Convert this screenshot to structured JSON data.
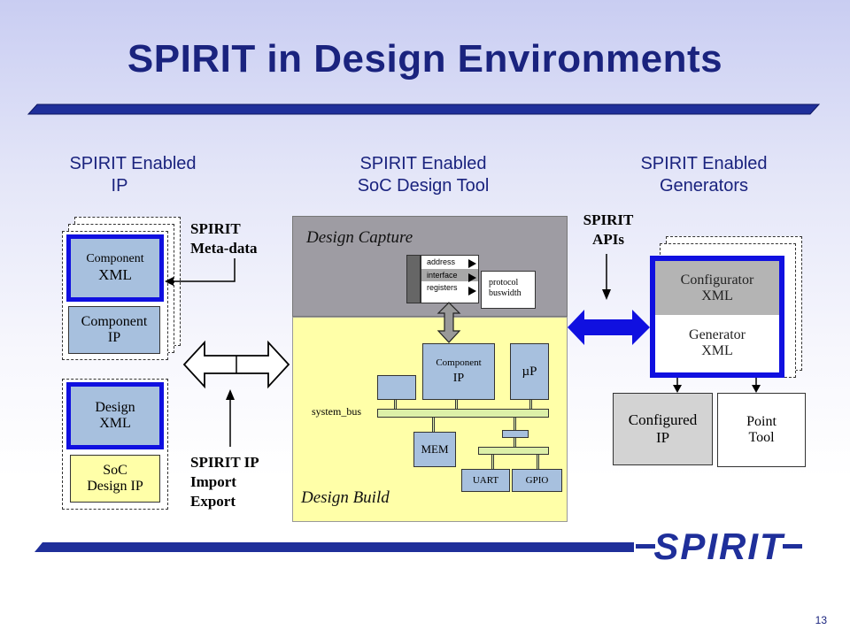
{
  "title": "SPIRIT in Design Environments",
  "columns": {
    "ip": {
      "line1": "SPIRIT Enabled",
      "line2": "IP"
    },
    "tool": {
      "line1": "SPIRIT Enabled",
      "line2": "SoC Design Tool"
    },
    "gen": {
      "line1": "SPIRIT Enabled",
      "line2": "Generators"
    }
  },
  "left": {
    "component_xml": {
      "line1": "Component",
      "line2": "XML"
    },
    "component_ip": {
      "line1": "Component",
      "line2": "IP"
    },
    "design_xml": {
      "line1": "Design",
      "line2": "XML"
    },
    "soc_design_ip": {
      "line1": "SoC",
      "line2": "Design IP"
    },
    "meta_data": {
      "line1": "SPIRIT",
      "line2": "Meta-data"
    },
    "import_export": {
      "line1": "SPIRIT IP",
      "line2": "Import",
      "line3": "Export"
    }
  },
  "center": {
    "capture_label": "Design Capture",
    "build_label": "Design Build",
    "interface_rows": [
      "address",
      "interface",
      "registers"
    ],
    "protocol": {
      "line1": "protocol",
      "line2": "buswidth"
    },
    "component_ip": {
      "line1": "Component",
      "line2": "IP"
    },
    "up": "µP",
    "system_bus": "system_bus",
    "mem": "MEM",
    "uart": "UART",
    "gpio": "GPIO"
  },
  "right": {
    "apis": {
      "line1": "SPIRIT",
      "line2": "APIs"
    },
    "configurator_xml": {
      "line1": "Configurator",
      "line2": "XML"
    },
    "generator_xml": {
      "line1": "Generator",
      "line2": "XML"
    },
    "configured_ip": {
      "line1": "Configured",
      "line2": "IP"
    },
    "point_tool": {
      "line1": "Point",
      "line2": "Tool"
    }
  },
  "logo_text": "SPIRIT",
  "page_number": "13",
  "colors": {
    "title": "#1a237e",
    "blue_border": "#1010e0",
    "capture_bg": "#9e9ca3",
    "build_bg": "#ffffa8",
    "ip_fill": "#a7c0de",
    "bus_fill": "#ddf0a8",
    "gray_box": "#c0c0c0"
  }
}
